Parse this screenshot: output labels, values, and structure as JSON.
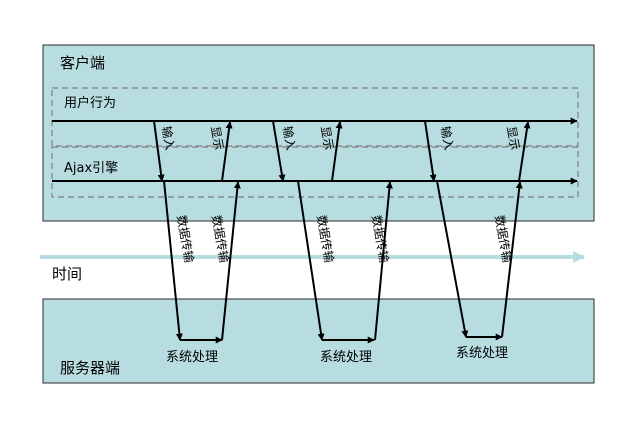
{
  "diagram": {
    "client": {
      "label": "客户端"
    },
    "user_behavior": {
      "label": "用户行为"
    },
    "ajax_engine": {
      "label": "Ajax引擎"
    },
    "time": {
      "label": "时间"
    },
    "server": {
      "label": "服务器端"
    },
    "input_label": "输入",
    "display_label": "显示",
    "transfer_label": "数据传输",
    "process_label": "系统处理",
    "colors": {
      "panel_fill": "#b7dde1",
      "panel_stroke": "#2b2b2b",
      "time_arrow": "#b7dde1",
      "line": "#000000",
      "dashed": "#808080"
    }
  }
}
